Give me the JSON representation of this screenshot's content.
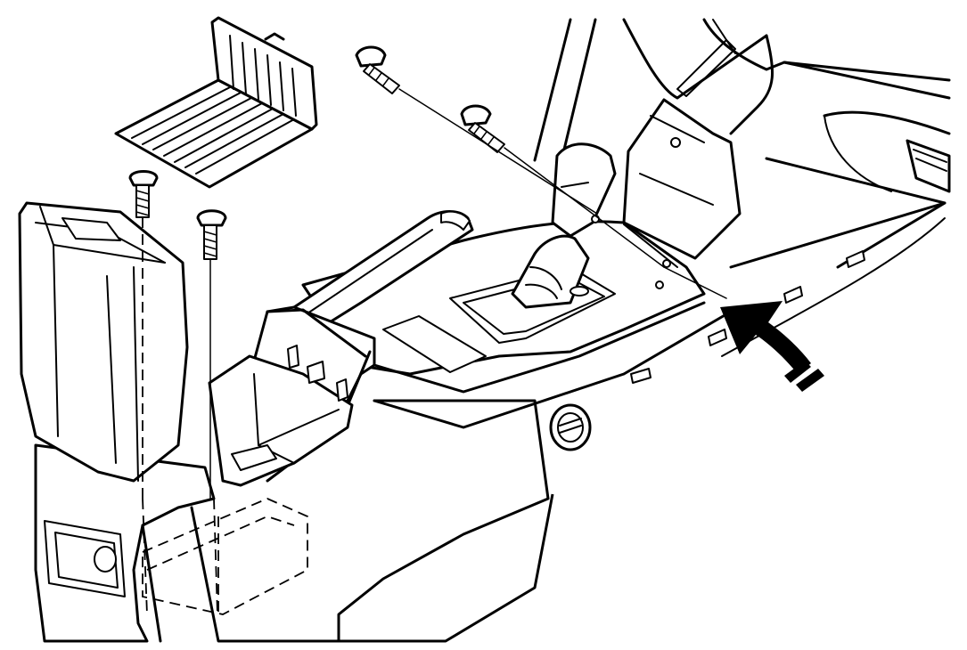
{
  "diagram": {
    "colors": {
      "line": "#000000",
      "background": "#ffffff"
    },
    "parts": [
      "storage-tray-insert",
      "armrest-lid",
      "rear-console",
      "front-console",
      "gear-selector",
      "handbrake-lever",
      "screw",
      "arrow-icon"
    ]
  }
}
